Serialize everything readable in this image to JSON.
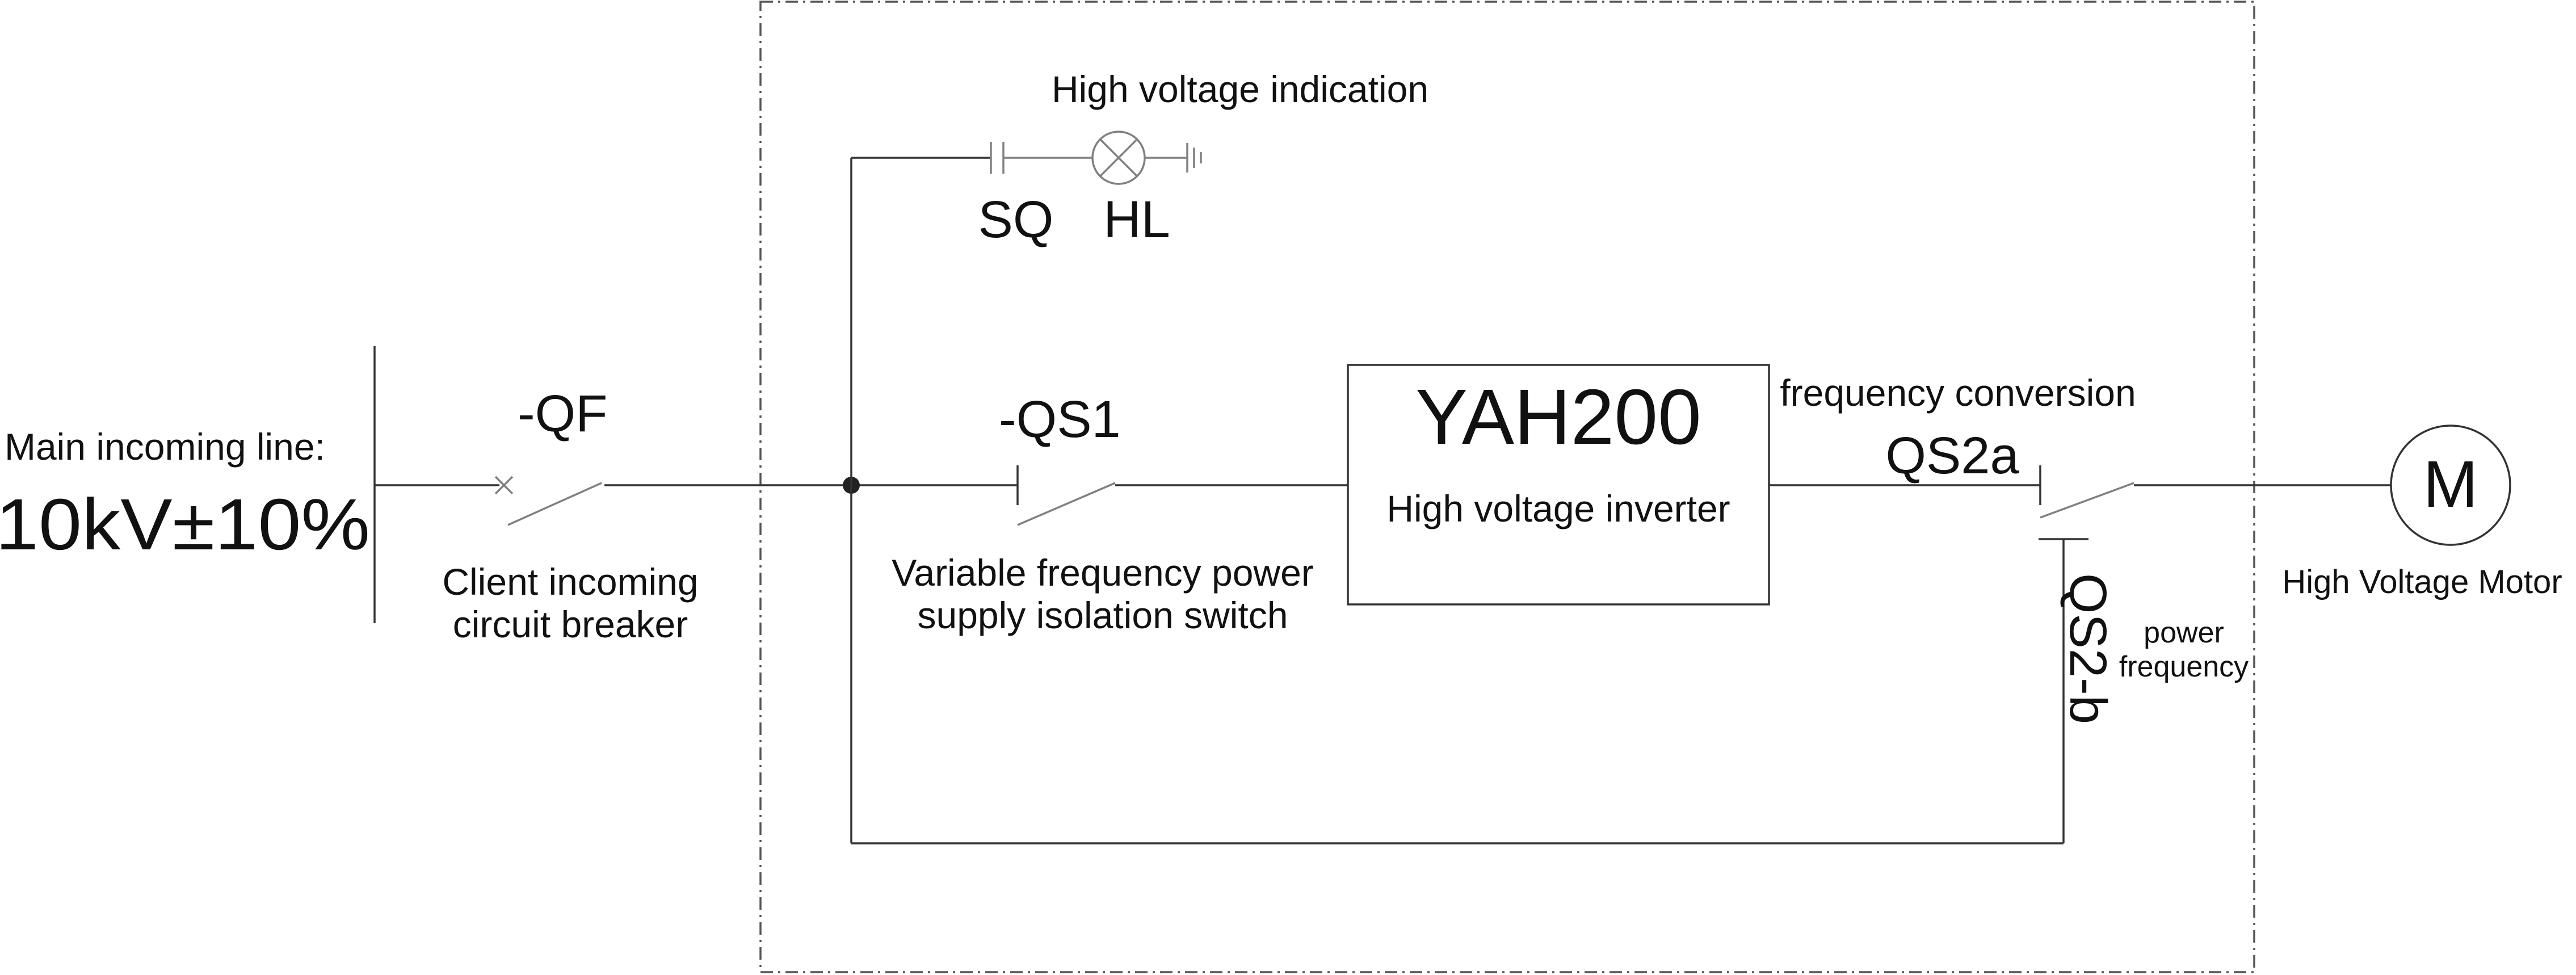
{
  "incoming": {
    "title": "Main incoming line:",
    "voltage": "10kV±10%"
  },
  "breaker": {
    "tag": "-QF",
    "label_line1": "Client incoming",
    "label_line2": "circuit breaker"
  },
  "indication": {
    "title": "High voltage indication",
    "sq": "SQ",
    "hl": "HL"
  },
  "isolation_switch": {
    "tag": "-QS1",
    "label_line1": "Variable frequency power",
    "label_line2": "supply isolation switch"
  },
  "inverter": {
    "model": "YAH200",
    "label": "High voltage inverter"
  },
  "conversion_switch": {
    "label": "frequency conversion",
    "tag": "QS2a"
  },
  "bypass_switch": {
    "tag": "QS2-b",
    "label_line1": "power",
    "label_line2": "frequency"
  },
  "motor": {
    "symbol": "M",
    "label": "High Voltage Motor"
  }
}
